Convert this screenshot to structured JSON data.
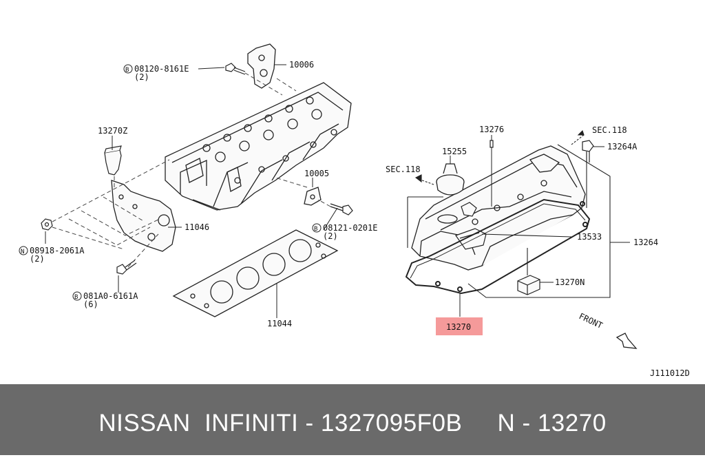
{
  "diagram_code": "J111012D",
  "front_label": "FRONT",
  "callouts": {
    "p10006": "10006",
    "p08120_num": "08120-8161E",
    "p08120_qty": "(2)",
    "p13270z": "13270Z",
    "p10005": "10005",
    "p08121_num": "08121-0201E",
    "p08121_qty": "(2)",
    "p11046": "11046",
    "p08918_num": "08918-2061A",
    "p08918_qty": "(2)",
    "p081a0_num": "081A0-6161A",
    "p081a0_qty": "(6)",
    "p11044": "11044",
    "p13276": "13276",
    "p15255": "15255",
    "sec118_top": "SEC.118",
    "sec118_left": "SEC.118",
    "p13264a": "13264A",
    "p13533": "13533",
    "p13264": "13264",
    "p13270n": "13270N",
    "p13270": "13270"
  },
  "prefix_symbols": {
    "bolt": "B",
    "nut": "N"
  },
  "highlight_color": "#f59a9a",
  "footer": {
    "text": "NISSAN  INFINITI - 1327095F0B     N - 13270"
  }
}
